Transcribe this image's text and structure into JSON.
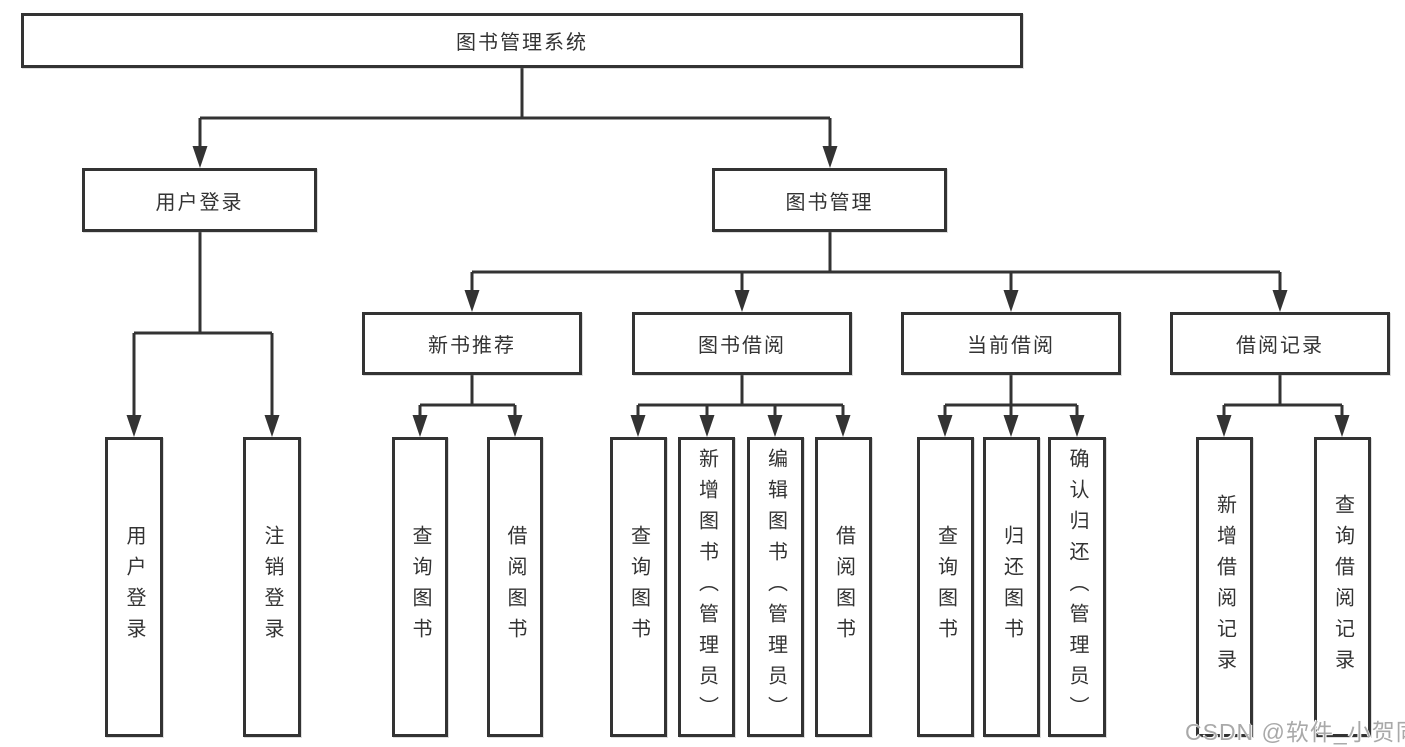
{
  "colors": {
    "line": "#333333",
    "box_border": "#333333",
    "text": "#333333",
    "background": "#ffffff",
    "watermark": "#a9a9a9"
  },
  "diagram": {
    "root": {
      "label": "图书管理系统"
    },
    "branches": [
      {
        "label": "用户登录",
        "children": [
          {
            "label": "用户登录"
          },
          {
            "label": "注销登录"
          }
        ]
      },
      {
        "label": "图书管理",
        "children": [
          {
            "label": "新书推荐",
            "children": [
              {
                "label": "查询图书"
              },
              {
                "label": "借阅图书"
              }
            ]
          },
          {
            "label": "图书借阅",
            "children": [
              {
                "label": "查询图书"
              },
              {
                "label": "新增图书（管理员）"
              },
              {
                "label": "编辑图书（管理员）"
              },
              {
                "label": "借阅图书"
              }
            ]
          },
          {
            "label": "当前借阅",
            "children": [
              {
                "label": "查询图书"
              },
              {
                "label": "归还图书"
              },
              {
                "label": "确认归还（管理员）"
              }
            ]
          },
          {
            "label": "借阅记录",
            "children": [
              {
                "label": "新增借阅记录"
              },
              {
                "label": "查询借阅记录"
              }
            ]
          }
        ]
      }
    ]
  },
  "watermark": {
    "text": "CSDN @软件_小贺同学"
  }
}
